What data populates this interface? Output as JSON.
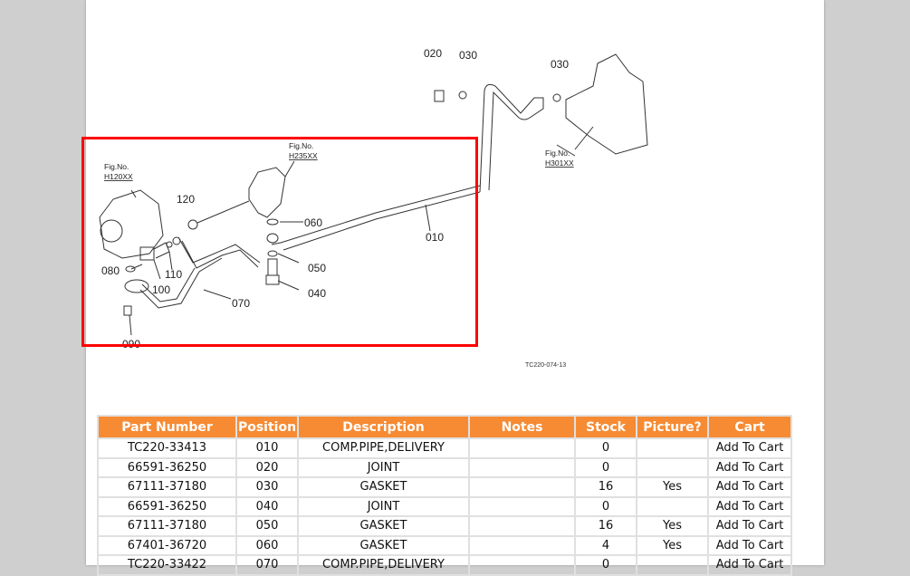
{
  "diagram": {
    "labels": [
      "020",
      "030",
      "030",
      "120",
      "060",
      "010",
      "080",
      "110",
      "100",
      "050",
      "040",
      "070",
      "090"
    ],
    "fig_refs": [
      {
        "title": "Fig.No.",
        "code": "H120XX"
      },
      {
        "title": "Fig.No.",
        "code": "H235XX"
      },
      {
        "title": "Fig.No.",
        "code": "H301XX"
      }
    ],
    "drawing_code": "TC220-074-13",
    "highlight_color": "#ff0000"
  },
  "table": {
    "header_color": "#f68b34",
    "columns": [
      "Part Number",
      "Position",
      "Description",
      "Notes",
      "Stock",
      "Picture?",
      "Cart"
    ],
    "rows": [
      {
        "part": "TC220-33413",
        "pos": "010",
        "desc": "COMP.PIPE,DELIVERY",
        "notes": "",
        "stock": "0",
        "picture": "",
        "cart": "Add To Cart"
      },
      {
        "part": "66591-36250",
        "pos": "020",
        "desc": "JOINT",
        "notes": "",
        "stock": "0",
        "picture": "",
        "cart": "Add To Cart"
      },
      {
        "part": "67111-37180",
        "pos": "030",
        "desc": "GASKET",
        "notes": "",
        "stock": "16",
        "picture": "Yes",
        "cart": "Add To Cart"
      },
      {
        "part": "66591-36250",
        "pos": "040",
        "desc": "JOINT",
        "notes": "",
        "stock": "0",
        "picture": "",
        "cart": "Add To Cart"
      },
      {
        "part": "67111-37180",
        "pos": "050",
        "desc": "GASKET",
        "notes": "",
        "stock": "16",
        "picture": "Yes",
        "cart": "Add To Cart"
      },
      {
        "part": "67401-36720",
        "pos": "060",
        "desc": "GASKET",
        "notes": "",
        "stock": "4",
        "picture": "Yes",
        "cart": "Add To Cart"
      },
      {
        "part": "TC220-33422",
        "pos": "070",
        "desc": "COMP.PIPE,DELIVERY",
        "notes": "",
        "stock": "0",
        "picture": "",
        "cart": "Add To Cart"
      }
    ]
  }
}
